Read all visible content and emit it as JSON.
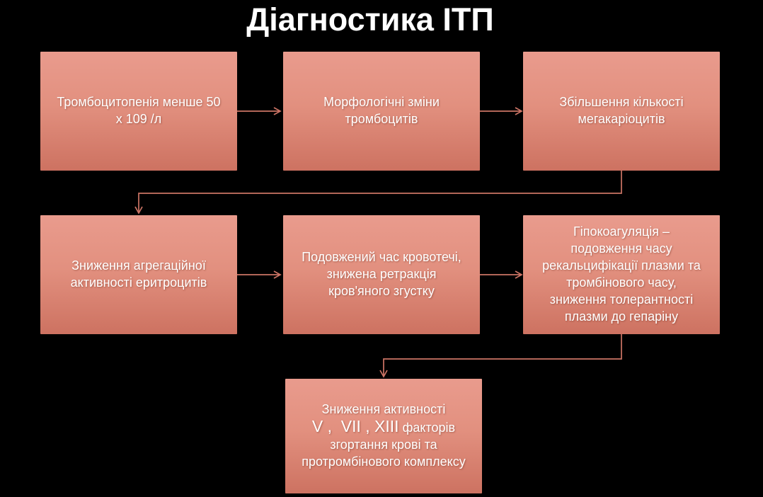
{
  "title": "Діагностика ІТП",
  "colors": {
    "background": "#000000",
    "box_gradient_top": "#e99b8d",
    "box_gradient_bottom": "#cd7261",
    "connector": "#cc7465",
    "text": "#ffffff"
  },
  "boxes": [
    {
      "id": "thrombocytopenia",
      "label": "Тромбоцитопенія менше 50 х 109 /л"
    },
    {
      "id": "morphology",
      "label": "Морфологічні зміни тромбоцитів"
    },
    {
      "id": "megakaryocytes",
      "label": "Збільшення кількості мегакаріоцитів"
    },
    {
      "id": "aggregation",
      "label": "Зниження агрегаційної активності еритроцитів"
    },
    {
      "id": "bleeding-time",
      "label": "Подовжений час кровотечі, знижена ретракція кров'яного згустку"
    },
    {
      "id": "hypocoagulation",
      "label": "Гіпокоагуляція – подовження часу рекальцифікації плазми  та тромбінового часу, зниження толерантності плазми до гепаріну"
    },
    {
      "id": "clotting-factors",
      "label_before": "Зниження активності",
      "factors": "V ,  VII , XIII",
      "label_after": "факторів згортання крові та протромбінового комплексу"
    }
  ]
}
